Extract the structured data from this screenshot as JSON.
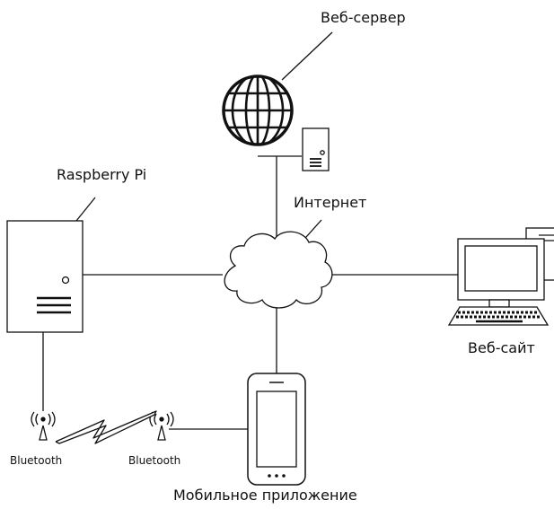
{
  "labels": {
    "web_server": "Веб-сервер",
    "raspberry_pi": "Raspberry Pi",
    "internet": "Интернет",
    "website": "Веб-сайт",
    "bluetooth_left": "Bluetooth",
    "bluetooth_right": "Bluetooth",
    "mobile_app": "Мобильное приложение"
  },
  "icons": [
    "globe-icon",
    "server-icon",
    "cloud-icon",
    "desktop-tower-icon",
    "monitor-icon",
    "keyboard-icon",
    "bluetooth-antenna-icon",
    "smartphone-icon"
  ],
  "colors": {
    "stroke": "#111111",
    "background": "#ffffff"
  }
}
